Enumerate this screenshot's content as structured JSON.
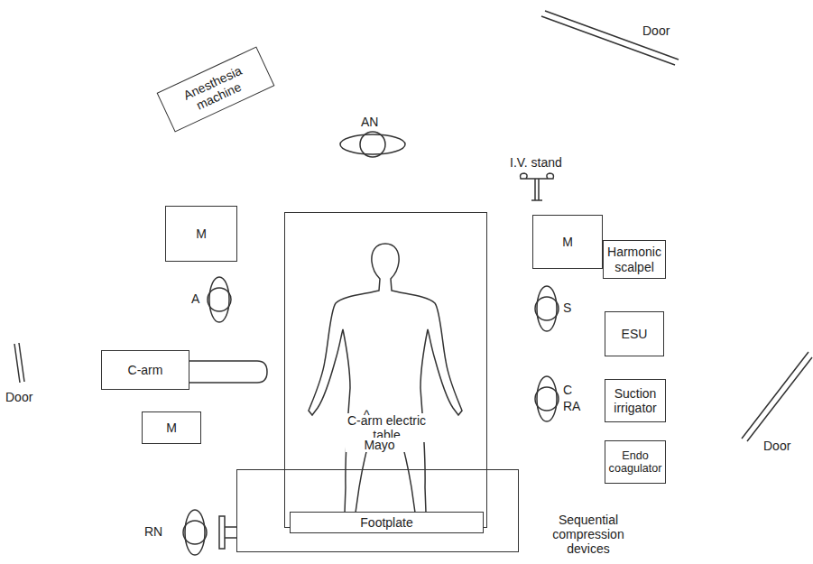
{
  "diagram": {
    "nodes": [
      {
        "text": [
          "Anesthesia machine"
        ]
      },
      {
        "text": [
          "M"
        ]
      },
      {
        "text": [
          "M"
        ]
      },
      {
        "text": [
          "Harmonic scalpel"
        ]
      },
      {
        "text": [
          "ESU"
        ]
      },
      {
        "text": [
          "C-arm"
        ]
      },
      {
        "text": [
          "Suction irrigator"
        ]
      },
      {
        "text": [
          "M"
        ]
      },
      {
        "text": [
          "Endo coagulator"
        ]
      },
      {
        "text": [
          "C-arm electric table"
        ]
      },
      {
        "text": [
          "Mayo"
        ]
      },
      {
        "text": [
          "Footplate"
        ],
        "in": 10
      }
    ],
    "labels": [
      "Door",
      "AN",
      "I.V. stand",
      "A",
      "S",
      "Door",
      "C",
      "RA",
      "Door",
      "^",
      "RN",
      "Sequential compression devices"
    ]
  }
}
